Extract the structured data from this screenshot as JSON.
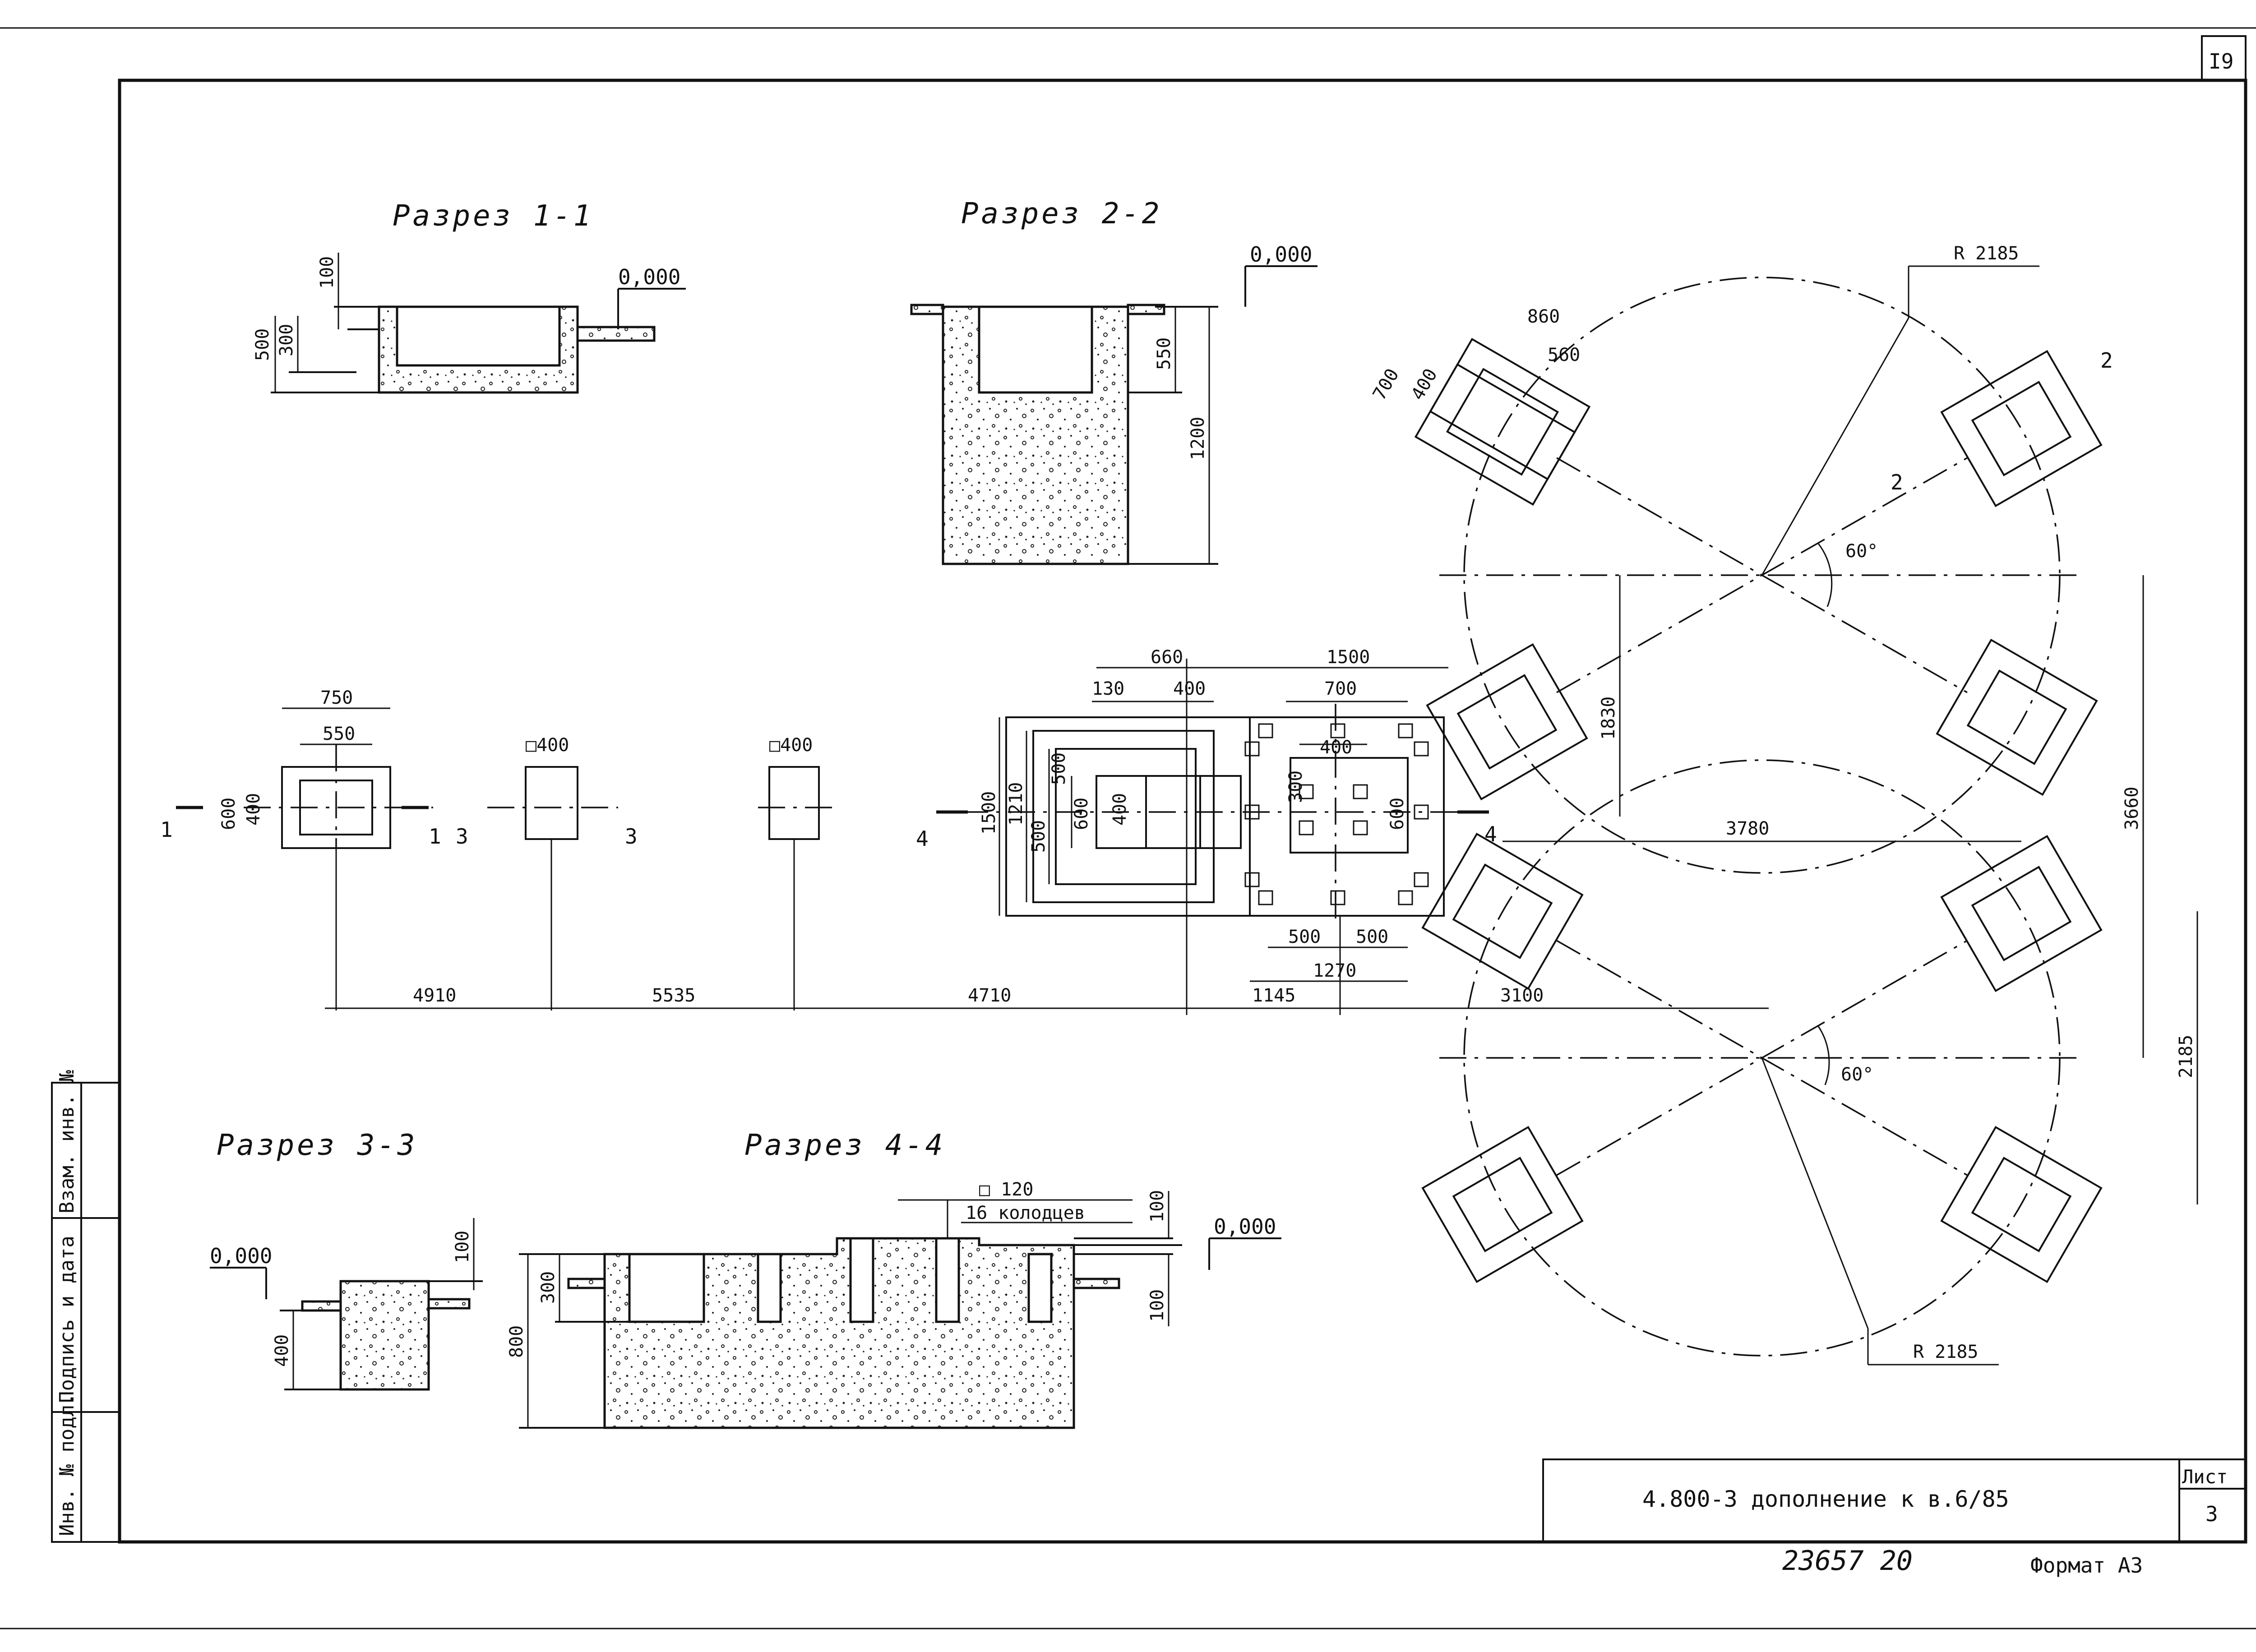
{
  "sheet": {
    "page_number": "I9",
    "list_label": "Лист",
    "list_number": "3",
    "designation": "4.800-3  дополнение к в.6/85",
    "inventory_code": "23657   20",
    "format": "Формат А3"
  },
  "side_stamp": {
    "inv_original": "Инв. № подл.",
    "signature_date": "Подпись и дата",
    "replace_inv": "Взам. инв. №"
  },
  "sections": {
    "s1": "Разрез 1-1",
    "s2": "Разрез 2-2",
    "s3": "Разрез 3-3",
    "s4": "Разрез 4-4"
  },
  "levels": {
    "zero": "0,000",
    "zero_alt": "0,000"
  },
  "notes": {
    "wells_size": "□ 120",
    "wells_count": "16 колодцев",
    "radius": "R 2185",
    "angle": "60°"
  },
  "dims_section1": {
    "d100": "100",
    "d300": "300",
    "d500": "500"
  },
  "dims_section2": {
    "d550": "550",
    "d1200": "1200"
  },
  "dims_section3": {
    "d100": "100",
    "d400": "400"
  },
  "dims_section4": {
    "d100a": "100",
    "d100b": "100",
    "d300": "300",
    "d800": "800"
  },
  "dims_plan": {
    "d750": "750",
    "d550": "550",
    "d600": "600",
    "d400a": "400",
    "sq400a": "□400",
    "sq400b": "□400",
    "d660": "660",
    "d1500top": "1500",
    "d130": "130",
    "d400b": "400",
    "d700": "700",
    "d400c": "400",
    "d300": "300",
    "d600b": "600",
    "d1500left": "1500",
    "d1210": "1210",
    "d500a": "500",
    "d500b": "500",
    "d600c": "600",
    "d400d": "400",
    "d500c": "500",
    "d500d": "500",
    "d1270": "1270",
    "d4910": "4910",
    "d5535": "5535",
    "d4710": "4710",
    "d1145": "1145",
    "d3100": "3100",
    "d3780": "3780",
    "d1830": "1830",
    "d3660": "3660",
    "d2185": "2185",
    "d860": "860",
    "d560": "560",
    "d700b": "700",
    "d400e": "400"
  },
  "marks": {
    "m1a": "1",
    "m1b": "1",
    "m3a": "3",
    "m3b": "3",
    "m4a": "4",
    "m4b": "4",
    "m2a": "2",
    "m2b": "2"
  }
}
